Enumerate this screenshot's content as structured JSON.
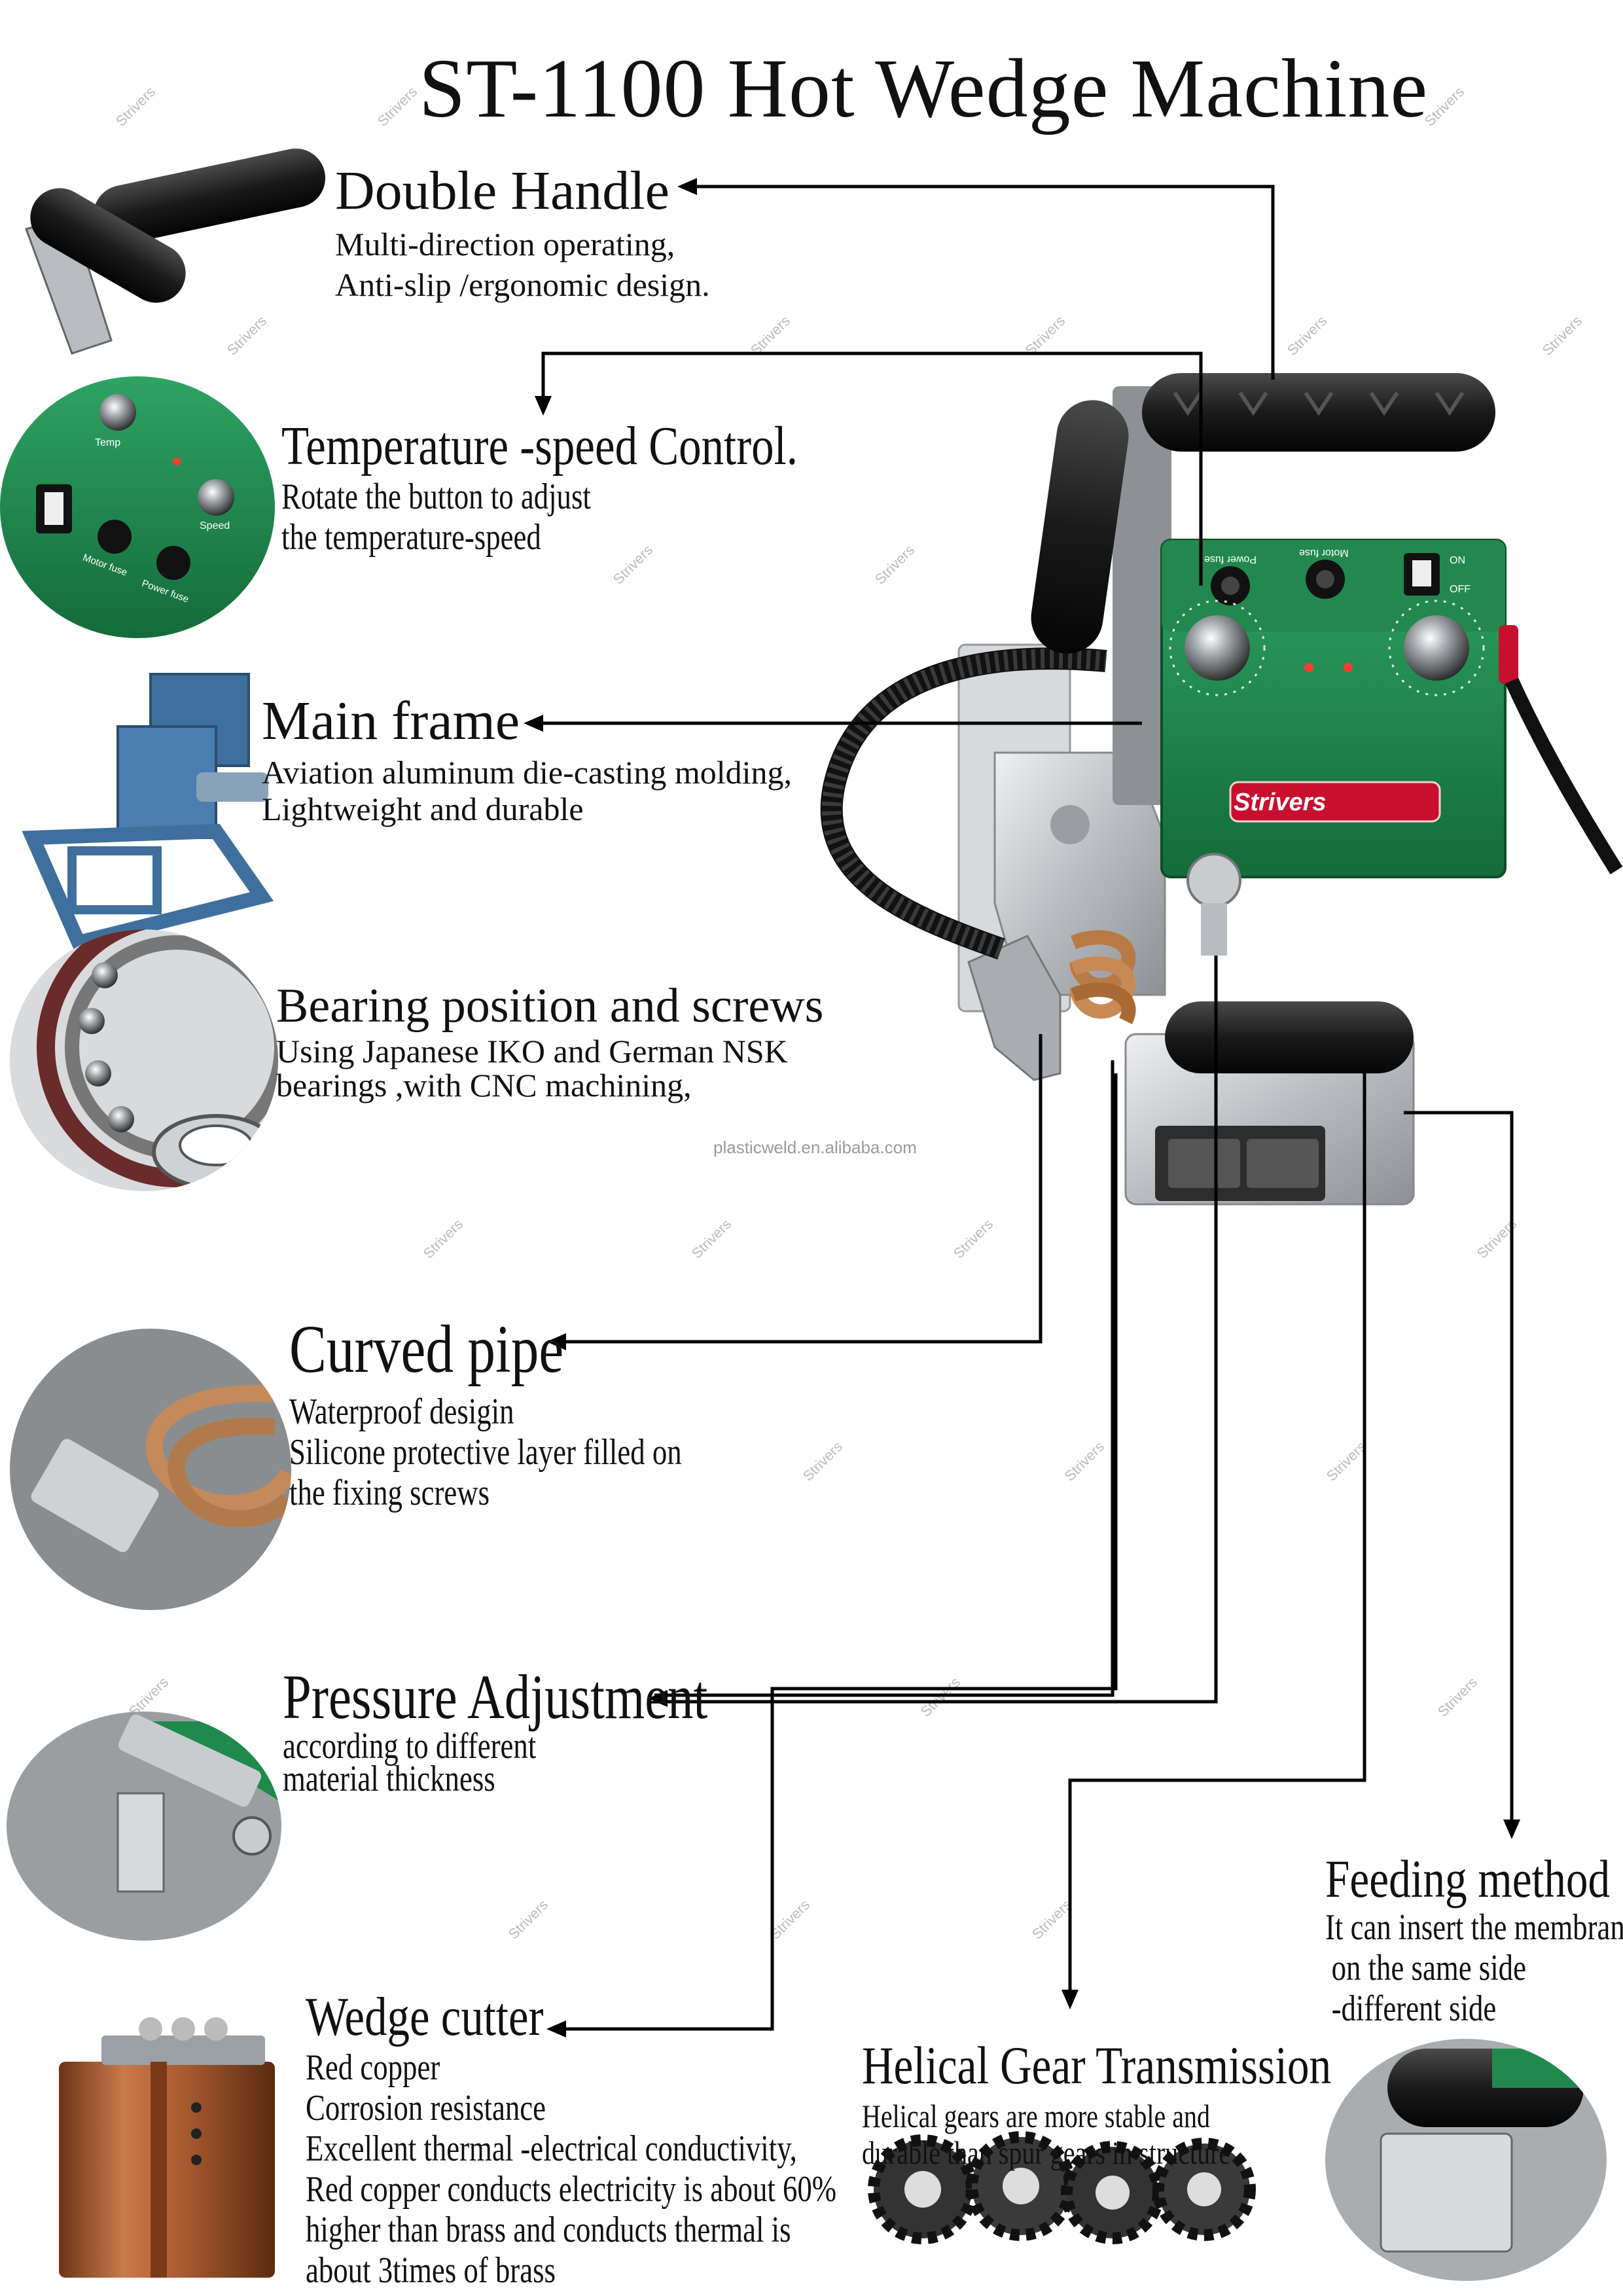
{
  "title": "ST-1100 Hot Wedge Machine",
  "brand": "Strivers",
  "watermark_text": "Strivers",
  "site_text": "plasticweld.en.alibaba.com",
  "panel_labels": {
    "fuse_a": "Power fuse",
    "fuse_b": "Motor fuse",
    "on": "ON",
    "off": "OFF",
    "temp": "Temp",
    "speed": "Speed",
    "motor_fuse": "Motor fuse",
    "power_fuse": "Power fuse"
  },
  "features": {
    "double_handle": {
      "title": "Double Handle",
      "line1": "Multi-direction operating,",
      "line2": "Anti-slip /ergonomic design."
    },
    "temp_speed": {
      "title": "Temperature -speed Control.",
      "line1": "Rotate the button to adjust",
      "line2": "the temperature-speed"
    },
    "main_frame": {
      "title": "Main frame",
      "line1": "Aviation aluminum die-casting molding,",
      "line2": "Lightweight and durable"
    },
    "bearing": {
      "title": "Bearing position and screws",
      "line1": "Using Japanese IKO and German NSK",
      "line2": "bearings ,with CNC machining,"
    },
    "curved_pipe": {
      "title": "Curved pipe",
      "line1": "Waterproof desigin",
      "line2": "Silicone protective layer filled on",
      "line3": "the fixing screws"
    },
    "pressure": {
      "title": "Pressure Adjustment",
      "line1": "according to different",
      "line2": "material thickness"
    },
    "wedge": {
      "title": "Wedge cutter",
      "line1": "Red copper",
      "line2": "Corrosion resistance",
      "line3": "Excellent thermal -electrical conductivity,",
      "line4": "Red copper conducts electricity is about 60%",
      "line5": "higher than brass and conducts thermal is",
      "line6": "about 3times of brass"
    },
    "helical": {
      "title": "Helical Gear Transmission",
      "line1": "Helical gears are more stable and",
      "line2": "durable than spur gears in structure"
    },
    "feeding": {
      "title": "Feeding method",
      "line1": "It can insert the membrane",
      "line2": "on the same side",
      "line3": "-different side"
    }
  },
  "colors": {
    "green": "#1f8a4c",
    "dark_green": "#136b37",
    "handle": "#1c1c1c",
    "aluminum": "#c9cccf",
    "frame_blue": "#3f6f9c",
    "copper": "#b8663a",
    "arrow": "#000000"
  }
}
